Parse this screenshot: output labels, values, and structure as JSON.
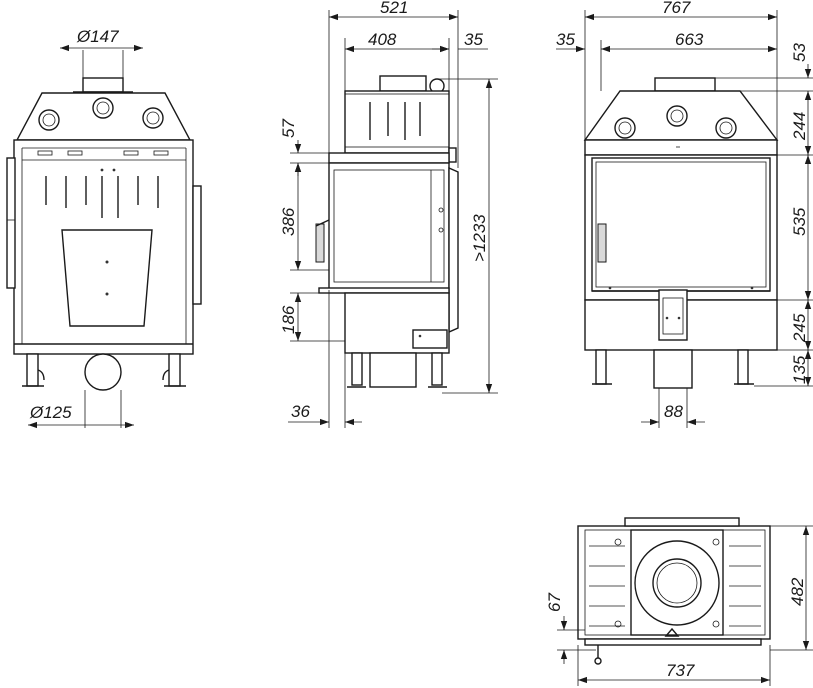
{
  "front_view": {
    "flue_diameter": "Ø147",
    "air_inlet_diameter": "Ø125"
  },
  "side_view": {
    "overall_depth": "521",
    "body_depth": "408",
    "rear_offset": "35",
    "top_height": "57",
    "glass_height": "386",
    "base_height": "186",
    "total_height": ">1233",
    "foot_offset": "36"
  },
  "rear_view": {
    "overall_width": "767",
    "side_offset": "35",
    "body_width": "663",
    "top_offset": "53",
    "hood_height": "244",
    "glass_height": "535",
    "base_height": "245",
    "leg_height": "135",
    "duct_width": "88"
  },
  "top_view": {
    "depth": "482",
    "width": "737",
    "handle_offset": "67"
  }
}
